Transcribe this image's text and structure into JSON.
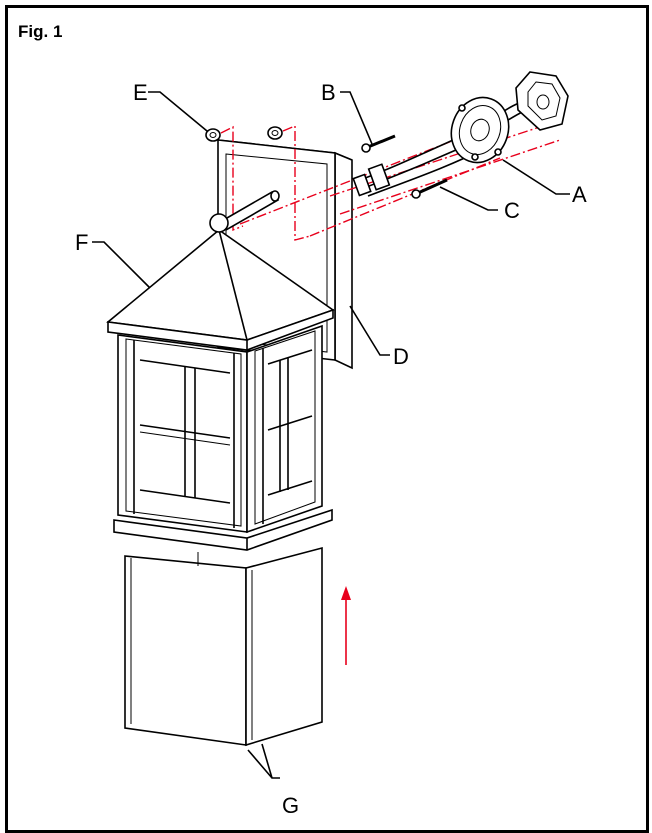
{
  "figure": {
    "title": "Fig. 1"
  },
  "labels": {
    "A": "A",
    "B": "B",
    "C": "C",
    "D": "D",
    "E": "E",
    "F": "F",
    "G": "G"
  },
  "colors": {
    "line": "#000000",
    "guide": "#e8001c",
    "background": "#ffffff"
  }
}
